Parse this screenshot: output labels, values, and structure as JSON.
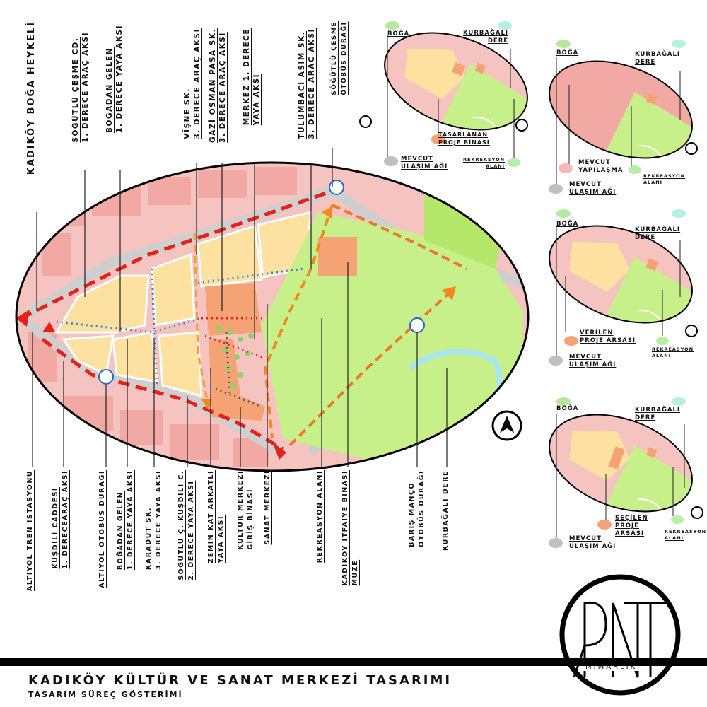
{
  "title": "KADIKÖY KÜLTÜR VE SANAT MERKEZİ TASARIMI",
  "subtitle": "TASARIM SÜREÇ GÖSTERİMİ",
  "logo": {
    "letters": "RNT",
    "text": "MİMARLIK"
  },
  "top_labels": [
    {
      "lines": [
        "KADIKÖY BOĞA HEYKELİ"
      ]
    },
    {
      "lines": [
        "SÖĞÜTLÜ ÇEŞME CD.",
        "1. DERECE ARAÇ AKSI"
      ]
    },
    {
      "lines": [
        "BOĞADAN GELEN",
        "1. DERECE YAYA AKSI"
      ]
    },
    {
      "lines": [
        "VİŞNE SK.",
        "3. DERECE ARAÇ AKSI"
      ]
    },
    {
      "lines": [
        "GAZİ OSMAN PAŞA SK.",
        "3. DERECE ARAÇ AKSI"
      ]
    },
    {
      "lines": [
        "MERKEZ 1. DERECE",
        "YAYA AKSI"
      ]
    },
    {
      "lines": [
        "TULUMBACI ASIM SK.",
        "3. DERECE ARAÇ AKSI"
      ]
    },
    {
      "lines": [
        "SÖĞÜTLÜ ÇEŞME",
        "OTOBÜS DURAĞI"
      ]
    }
  ],
  "bottom_labels": [
    {
      "lines": [
        "ALTIYOL TREN İSTASYONU"
      ]
    },
    {
      "lines": [
        "KUŞDİLİ CADDESİ",
        "1. DERECEARAÇ AKSI"
      ]
    },
    {
      "lines": [
        "ALTIYOL OTOBÜS DURAĞI"
      ]
    },
    {
      "lines": [
        "BOĞADAN GELEN",
        "1. DERECE YAYA AKSI"
      ]
    },
    {
      "lines": [
        "KARADUT SK.",
        "3. DERECE YAYA AKSI"
      ]
    },
    {
      "lines": [
        "SÖĞÜTLÜ Ç. KUŞDİLİ C.",
        "2. DERECE YAYA AKSI"
      ]
    },
    {
      "lines": [
        "ZEMİN KAT ARKATLI",
        "YAYA AKSI"
      ]
    },
    {
      "lines": [
        "KÜLTÜR MERKEZİ",
        "GİRİŞ BİNASI"
      ]
    },
    {
      "lines": [
        "SANAT MERKEZİ"
      ]
    },
    {
      "lines": [
        "REKREASYON ALANI"
      ]
    },
    {
      "lines": [
        "KADIKÖY İTFAİYE BİNASI",
        "MÜZE"
      ]
    },
    {
      "lines": [
        "BARIŞ MANÇO",
        "OTOBÜS DURAĞI"
      ]
    },
    {
      "lines": [
        "KURBAĞALI DERE"
      ]
    }
  ],
  "mini_maps": [
    {
      "boga": "BOĞA",
      "dere": [
        "KURBAĞALI",
        "DERE"
      ],
      "highlight": [
        "TASARLANAN",
        "PROJE BİNASI"
      ],
      "ulasim": [
        "MEVCUT",
        "ULAŞIM AĞI"
      ],
      "rekreasyon": [
        "REKREASYON",
        "ALANI"
      ]
    },
    {
      "boga": "BOĞA",
      "dere": [
        "KURBAĞALI",
        "DERE"
      ],
      "highlight": [
        "MEVCUT",
        "YAPILAŞMA"
      ],
      "ulasim": [
        "MEVCUT",
        "ULAŞIM AĞI"
      ],
      "rekreasyon": [
        "REKREASYON",
        "ALANI"
      ]
    },
    {
      "boga": "BOĞA",
      "dere": [
        "KURBAĞALI",
        "DERE"
      ],
      "highlight": [
        "VERİLEN",
        "PROJE ARSASI"
      ],
      "ulasim": [
        "MEVCUT",
        "ULAŞIM AĞI"
      ],
      "rekreasyon": [
        "REKREASYON",
        "ALANI"
      ]
    },
    {
      "boga": "BOĞA",
      "dere": [
        "KURBAĞALI",
        "DERE"
      ],
      "highlight": [
        "SEÇİLEN",
        "PROJE",
        "ARSASI"
      ],
      "ulasim": [
        "MEVCUT",
        "ULAŞIM AĞI"
      ],
      "rekreasyon": [
        "REKREASYON",
        "ALANI"
      ]
    }
  ],
  "colors": {
    "building_pink": "#f2a8a3",
    "block_yellow": "#fde1a0",
    "park_green": "#c8f08a",
    "project_orange": "#f5a374",
    "road_gray": "#c9c9c9",
    "red_axis": "#e8201a",
    "orange_axis": "#f08a1c",
    "blue_axis": "#3a7fd6",
    "river": "#a8e6f2"
  }
}
